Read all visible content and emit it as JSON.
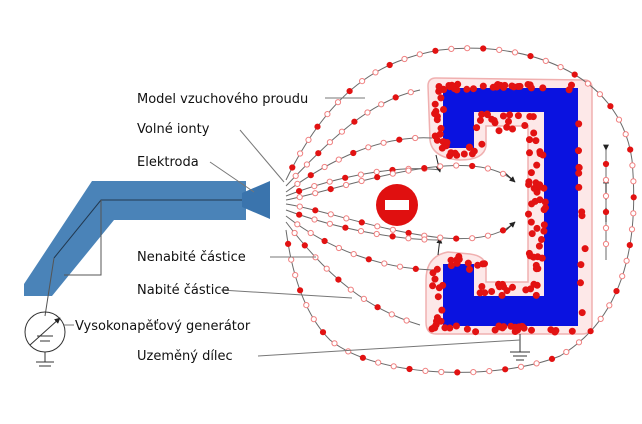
{
  "labels": {
    "air_flow_model": "Model vzuchového proudu",
    "free_ions": "Volné ionty",
    "electrode": "Elektroda",
    "uncharged_particles": "Nenabité částice",
    "charged_particles": "Nabité částice",
    "hv_generator": "Vysokonapěťový generátor",
    "grounded_part": "Uzeměný dílec"
  },
  "colors": {
    "gun_body": "#4a83b8",
    "electrode_tip": "#3a74ad",
    "workpiece": "#0a12e0",
    "charged_particle": "#e21212",
    "uncharged_particle": "#f08080",
    "flow_line": "#6a6a6a",
    "negative_symbol": "#e01010",
    "field_outline": "#f0b0b0"
  },
  "icons": [
    "negative-charge-icon",
    "ground-symbol-icon",
    "generator-symbol-icon"
  ]
}
